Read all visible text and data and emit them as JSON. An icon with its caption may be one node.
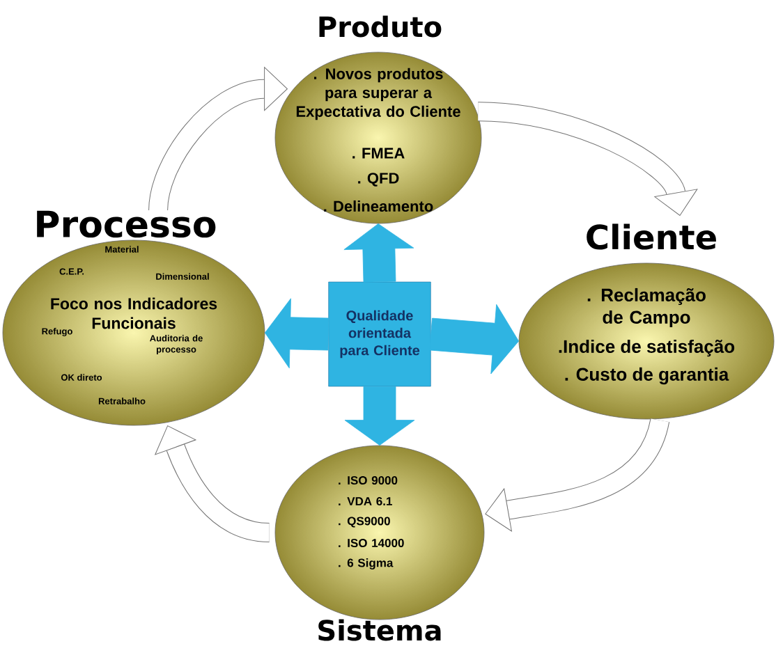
{
  "diagram": {
    "nodes": [
      {
        "text": [
          "Produto",
          ". Novos produtos para superar a Expectativa do Cliente",
          ". FMEA",
          ". QFD",
          ". Delineamento"
        ]
      },
      {
        "text": [
          "Processo",
          "Material",
          "C.E.P.",
          "Dimensional",
          "Foco nos Indicadores Funcionais",
          "Refugo",
          "Auditoria de processo",
          "OK direto",
          "Retrabalho"
        ]
      },
      {
        "text": [
          "Qualidade orientada para Cliente"
        ]
      },
      {
        "text": [
          "Cliente",
          ". Reclamação de Campo",
          ".Indice de satisfação",
          ". Custo de garantia"
        ]
      },
      {
        "text": [
          ". ISO 9000",
          ". VDA 6.1",
          ". QS9000",
          ". ISO 14000",
          ". 6 Sigma",
          "Sistema"
        ]
      }
    ],
    "edges": [
      {
        "from": 2,
        "to": 0,
        "arrow": "to",
        "color": "#2fb4e2"
      },
      {
        "from": 2,
        "to": 1,
        "arrow": "to",
        "color": "#2fb4e2"
      },
      {
        "from": 2,
        "to": 3,
        "arrow": "to",
        "color": "#2fb4e2"
      },
      {
        "from": 2,
        "to": 4,
        "arrow": "to",
        "color": "#2fb4e2"
      },
      {
        "from": 1,
        "to": 0,
        "arrow": "to",
        "color": "#737373"
      },
      {
        "from": 0,
        "to": 3,
        "arrow": "to",
        "color": "#737373"
      },
      {
        "from": 3,
        "to": 4,
        "arrow": "to",
        "color": "#737373"
      },
      {
        "from": 4,
        "to": 1,
        "arrow": "to",
        "color": "#737373"
      }
    ]
  }
}
